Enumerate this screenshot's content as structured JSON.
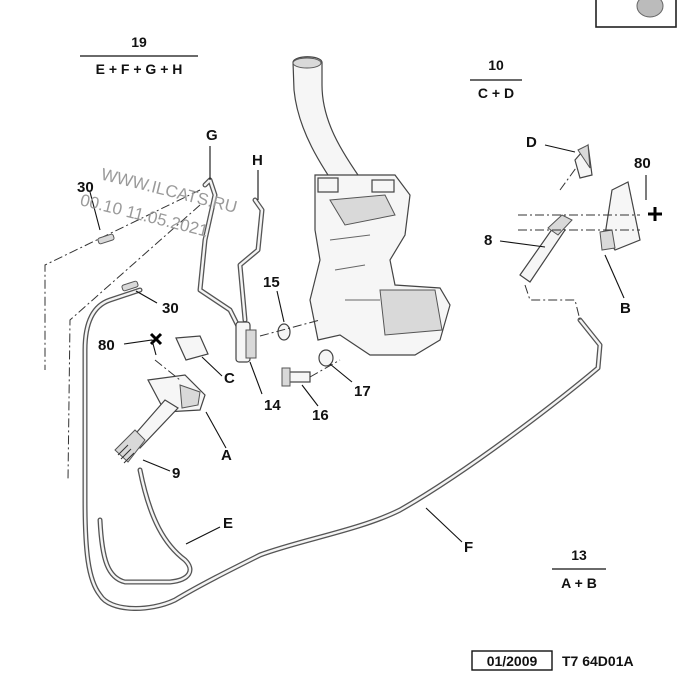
{
  "callouts": {
    "p19": "19",
    "p19_eq": "E + F + G + H",
    "p10": "10",
    "p10_eq": "C + D",
    "p13": "13",
    "p13_eq": "A + B",
    "g": "G",
    "h": "H",
    "d": "D",
    "b": "B",
    "c": "C",
    "a": "A",
    "e": "E",
    "f": "F",
    "n30a": "30",
    "n30b": "30",
    "n80a": "80",
    "n80b": "80",
    "n8": "8",
    "n9": "9",
    "n14": "14",
    "n15": "15",
    "n16": "16",
    "n17": "17"
  },
  "watermark": {
    "line1": "WWW.ILCATS.RU",
    "line2": "00.10 11.05.2021"
  },
  "footer": {
    "date_box": "01/2009",
    "code": "T7 64D01A"
  },
  "icons": [
    "cross-mark-icon",
    "plus-mark-icon",
    "corner-thumbnail-icon"
  ]
}
